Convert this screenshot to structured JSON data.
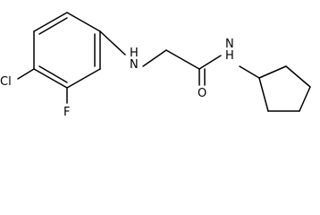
{
  "molecule": {
    "atoms": {
      "chlorine": "Cl",
      "fluorine": "F",
      "amine_nitrogen": "H\nN",
      "amide_oxygen": "O",
      "amide_nitrogen": "N\nH"
    }
  }
}
